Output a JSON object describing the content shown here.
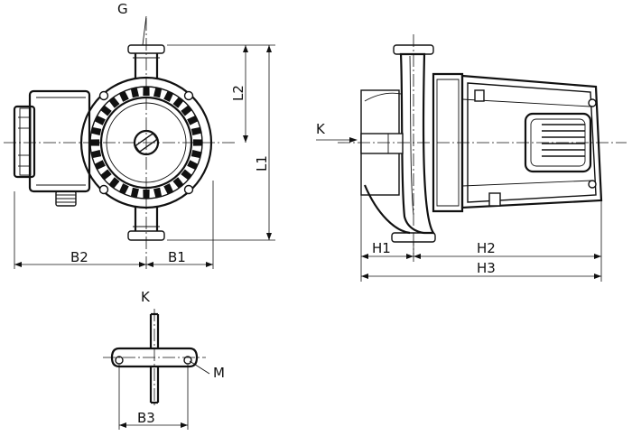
{
  "labels": {
    "g": "G",
    "l1": "L1",
    "l2": "L2",
    "b1": "B1",
    "b2": "B2",
    "b3": "B3",
    "h1": "H1",
    "h2": "H2",
    "h3": "H3",
    "k_side": "K",
    "k_flange": "K",
    "m": "M"
  }
}
